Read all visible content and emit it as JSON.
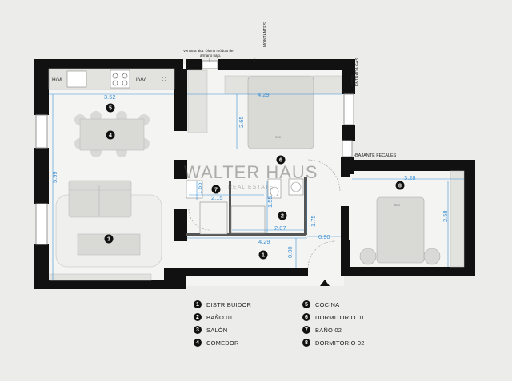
{
  "watermark": {
    "brand": "WALTER HAUS",
    "sub": "REAL ESTATE"
  },
  "annotations": {
    "window_note_line1": "Ventana alta. Último módulo de",
    "window_note_line2": "armario bajo.",
    "montantes": "MONTANTES",
    "entrada_gas": "ENTRADA GAS",
    "bajante": "BAJANTE FECALES",
    "hm": "H/M",
    "lvv": "LVV",
    "bed_label": "BED"
  },
  "dimensions": {
    "salon_width": "3.52",
    "salon_depth": "5.99",
    "dorm1_width": "4.29",
    "dorm1_depth": "2.65",
    "bano_width": "2.15",
    "bano_depth": "1.65",
    "bano2_depth": "1.55",
    "bano2_width": "2.07",
    "hall_depth": "1.75",
    "dist_width": "4.29",
    "dist_small": "0.90",
    "dist_depth": "0.90",
    "dorm2_width": "3.28",
    "dorm2_depth": "2.58"
  },
  "room_markers": {
    "m1": "1",
    "m2": "2",
    "m3": "3",
    "m4": "4",
    "m5": "5",
    "m6": "6",
    "m7": "7",
    "m8": "8"
  },
  "legend": [
    {
      "num": "1",
      "label": "DISTRIBUIDOR"
    },
    {
      "num": "2",
      "label": "BAÑO 01"
    },
    {
      "num": "3",
      "label": "SALÓN"
    },
    {
      "num": "4",
      "label": "COMEDOR"
    },
    {
      "num": "5",
      "label": "COCINA"
    },
    {
      "num": "6",
      "label": "DORMITORIO 01"
    },
    {
      "num": "7",
      "label": "BAÑO 02"
    },
    {
      "num": "8",
      "label": "DORMITORIO 02"
    }
  ],
  "colors": {
    "wall": "#111111",
    "dimension": "#3a8fd6",
    "floor": "#f4f4f2",
    "furniture": "#d9d9d6"
  }
}
